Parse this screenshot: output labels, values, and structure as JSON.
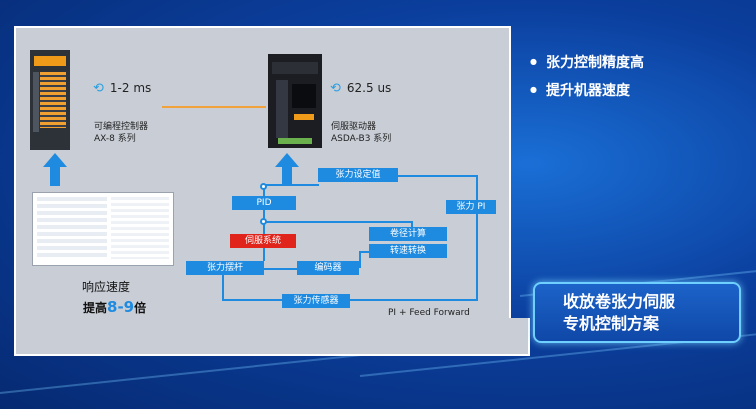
{
  "plc": {
    "name": "可编程控制器",
    "model": "AX-8 系列",
    "cycle": "1-2 ms"
  },
  "servo": {
    "name": "伺服驱动器",
    "model": "ASDA-B3 系列",
    "cycle": "62.5 us"
  },
  "speed": {
    "label": "响应速度",
    "prefix": "提高",
    "value": "8-9",
    "suffix": "倍"
  },
  "blocks": {
    "tension_set": "张力设定值",
    "pid": "PID",
    "servo_system": "伺服系统",
    "roll_calc": "卷径计算",
    "speed_conv": "转速转换",
    "tension_arm": "张力摆杆",
    "encoder": "编码器",
    "tension_sensor": "张力传感器",
    "tension_pi": "张力 PI",
    "feedforward": "PI + Feed Forward"
  },
  "bullets": [
    "张力控制精度高",
    "提升机器速度"
  ],
  "title": {
    "line1": "收放卷张力伺服",
    "line2": "专机控制方案"
  },
  "colors": {
    "accent": "#1f8be0",
    "servo_system": "#e0231b",
    "link": "#f2a23a"
  }
}
